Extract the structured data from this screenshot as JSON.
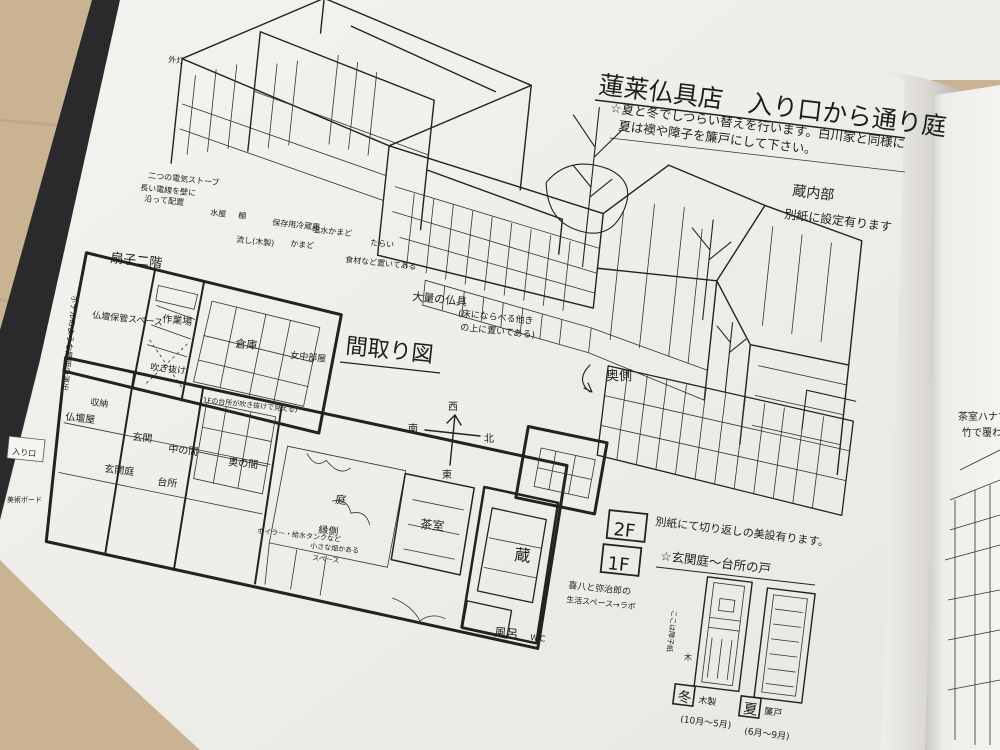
{
  "sheet": {
    "title": "蓮莱仏具店　入り口から通り庭",
    "note_line1": "☆夏と冬でしつらい替えを行います。白川家と同様に",
    "note_line2": "夏は襖や障子を簾戸にして下さい。",
    "kura_note1": "蔵内部",
    "kura_note2": "別紙に設定有ります",
    "floorplan_title": "間取り図",
    "upper_room_label": "扇子二階",
    "back_side_label": "奥側",
    "butsudan_label": "大量の仏具",
    "butsudan_note1": "(床にならべる他き",
    "butsudan_note2": "の上に置いてある)",
    "floor_2f": "2F",
    "floor_1f": "1F",
    "floor_note": "別紙にて切り返しの美設有ります。",
    "genkan_title": "☆玄関庭～台所の戸",
    "winter_label": "冬",
    "winter_material": "木製",
    "winter_period": "(10月～5月)",
    "summer_label": "夏",
    "summer_material": "簾戸",
    "summer_period": "(6月～9月)",
    "fusuma_note": "ここは障子紙",
    "wood_label": "木",
    "side_tab": "入り口",
    "board_caption": "・美術ボード",
    "left_note": "ホテルのような照明の演出",
    "right_page_note1": "茶室ハナで",
    "right_page_note2": "竹で覆われて",
    "compass": {
      "west": "西",
      "south": "南",
      "north": "北",
      "east": "東"
    },
    "iso_labels": {
      "l1": "二つの電気ストーブ",
      "l2": "長い電線を壁に",
      "l3": "沿って配置",
      "l4": "水屋",
      "l5": "棚",
      "l6": "流し(木製)",
      "l7": "かまど",
      "l8": "保存用冷蔵庫",
      "l9": "塩水かまど",
      "l10": "たらい",
      "l11": "食材など置いてある",
      "l12": "外灯"
    },
    "upstairs_rooms": {
      "storage": "仏壇保管スペース",
      "workshop": "作業場",
      "warehouse": "倉庫",
      "maid": "女中部屋",
      "atrium": "吹き抜け",
      "note": "(1Fの台所が吹き抜けで見える)",
      "stairs": "収納"
    },
    "ground_rooms": {
      "butsudan": "仏壇屋",
      "genkan": "玄関",
      "nakanoma": "中の間",
      "okunoma": "奥の間",
      "genkanniwa": "玄関庭",
      "daidokoro": "台所",
      "niwa": "庭",
      "engawa": "縁側",
      "chashitsu": "茶室",
      "kura": "蔵",
      "furo": "風呂",
      "toilet": "W.C",
      "boiler": "ボイラー・給水タンクなど",
      "boiler2": "小さな畑かある",
      "storage_space": "スペース",
      "life_note1": "喜八と弥治郎の",
      "life_note2": "生活スペース→ラボ"
    }
  }
}
